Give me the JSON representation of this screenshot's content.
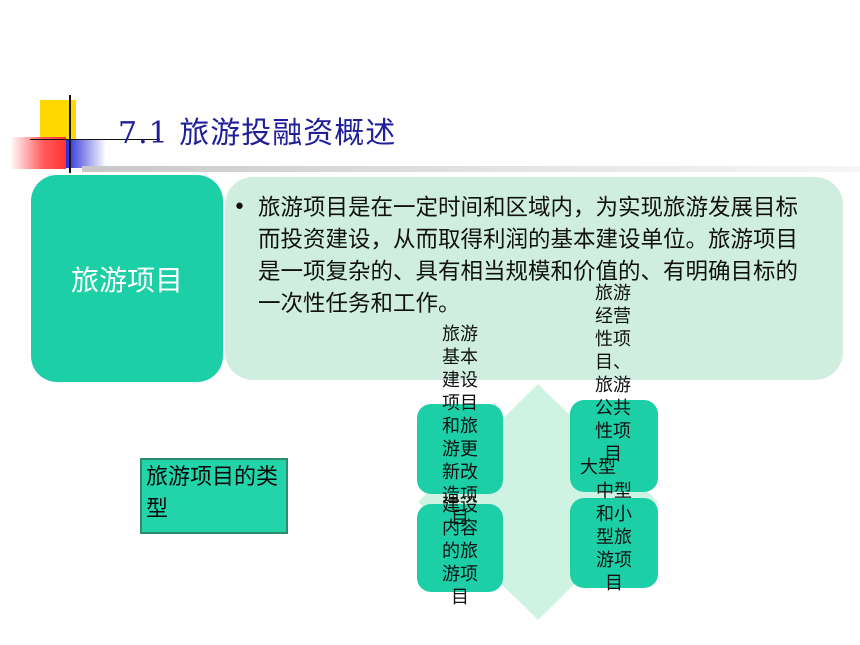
{
  "title": "7.1  旅游投融资概述",
  "definition": {
    "header": "旅游项目",
    "bullet": "•",
    "text": "旅游项目是在一定时间和区域内，为实现旅游发展目标而投资建设，从而取得利润的基本建设单位。旅游项目是一项复杂的、具有相当规模和价值的、有明确目标的一次性任务和工作。"
  },
  "types": {
    "label": "旅游项目的类型",
    "left_item": "旅游基本建设项目和旅游更新改造项目",
    "left_item_lower": "建设内容的旅游项目",
    "right_item": "旅游经营性项目、旅游公共性项目",
    "right_item_top": "大型",
    "right_item_lower": "中型和小型旅游项目"
  },
  "colors": {
    "accent": "#1dcfa6",
    "panel": "#cfeee0",
    "title": "#1f1f99"
  }
}
